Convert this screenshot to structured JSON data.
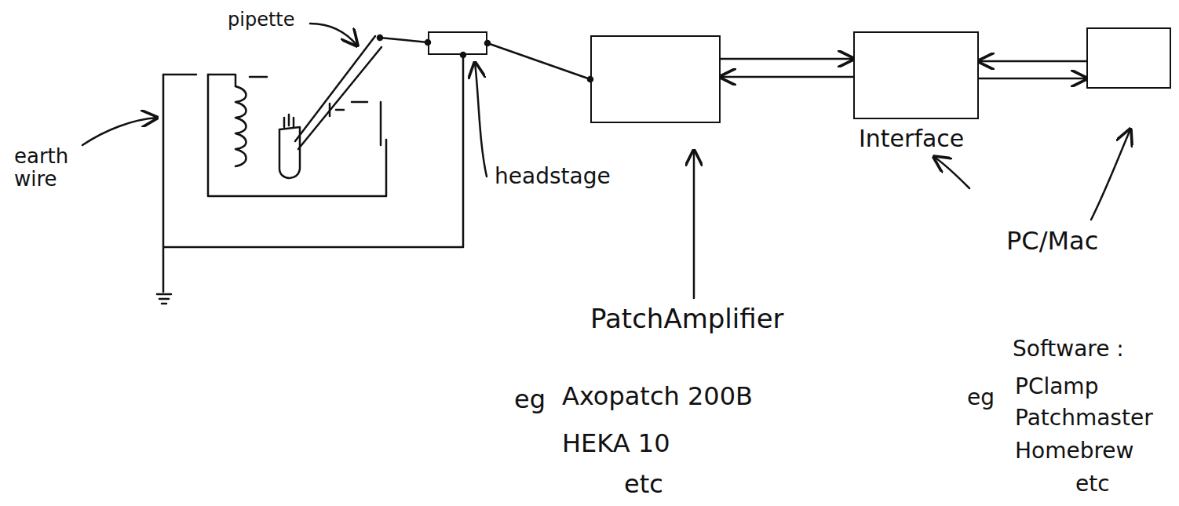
{
  "diagram": {
    "nodes": [
      {
        "text": [
          "headstage"
        ]
      },
      {
        "text": [
          "PatchAmplifier"
        ]
      },
      {
        "text": [
          "Interface"
        ]
      },
      {
        "text": [
          "PC/Mac"
        ]
      }
    ],
    "edges": [
      {
        "from": 0,
        "to": 1,
        "arrow": "none"
      },
      {
        "from": 1,
        "to": 2,
        "arrow": "to"
      },
      {
        "from": 2,
        "to": 1,
        "arrow": "to"
      },
      {
        "from": 3,
        "to": 2,
        "arrow": "to"
      },
      {
        "from": 2,
        "to": 3,
        "arrow": "to"
      }
    ],
    "labels": [
      "pipette",
      "earth wire",
      "eg",
      "Axopatch 200B",
      "HEKA 10",
      "etc",
      "Software :",
      "eg",
      "PClamp",
      "Patchmaster",
      "Homebrew",
      "etc"
    ]
  }
}
